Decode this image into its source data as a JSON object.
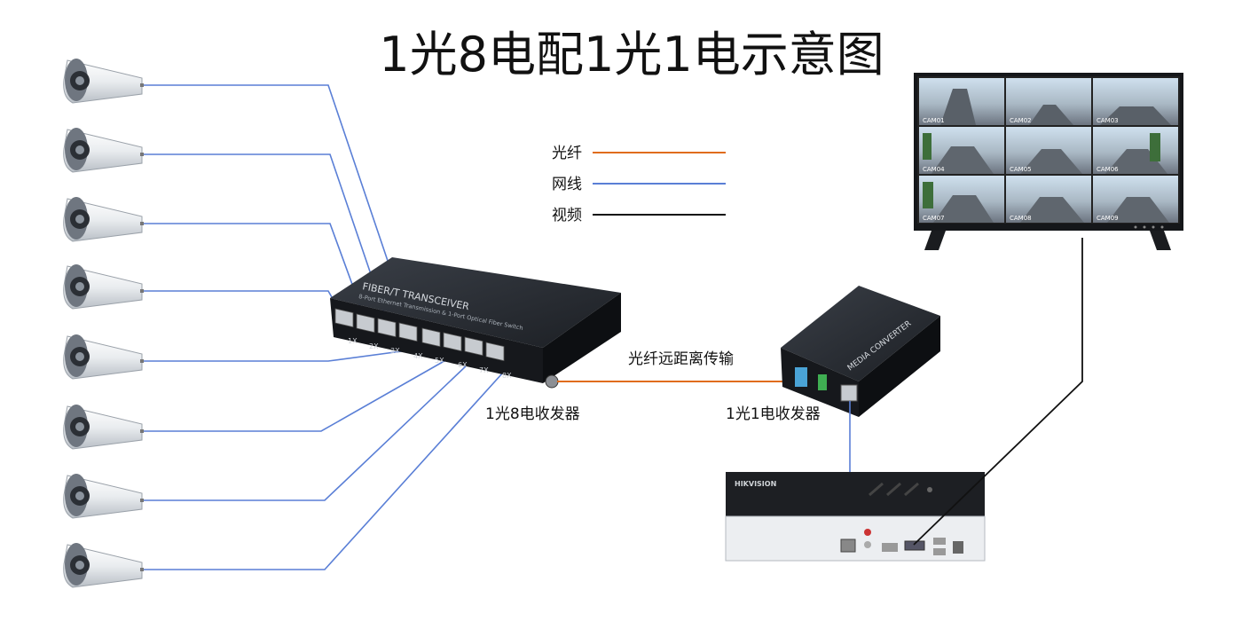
{
  "title": "1光8电配1光1电示意图",
  "legend": {
    "items": [
      {
        "label": "光纤",
        "color": "#E06C1C"
      },
      {
        "label": "网线",
        "color": "#5A7FD6"
      },
      {
        "label": "视频",
        "color": "#111111"
      }
    ]
  },
  "devices": {
    "switch": {
      "label": "1光8电收发器",
      "brand_text": "FIBER/T TRANSCEIVER",
      "sub_text": "8-Port Ethernet Transmission & 1-Port Optical Fiber Switch",
      "ports": [
        "1X",
        "2X",
        "3X",
        "4X",
        "5X",
        "6X",
        "7X",
        "8X"
      ]
    },
    "converter": {
      "label": "1光1电收发器",
      "brand_text": "MEDIA CONVERTER"
    },
    "fiber_link_label": "光纤远距离传输",
    "nvr": {
      "brand_text": "HIKVISION"
    },
    "monitor": {
      "cams": [
        "CAM01",
        "CAM02",
        "CAM03",
        "CAM04",
        "CAM05",
        "CAM06",
        "CAM07",
        "CAM08",
        "CAM09"
      ]
    }
  },
  "cameras": [
    "camera",
    "camera",
    "camera",
    "camera",
    "camera",
    "camera",
    "camera",
    "camera"
  ]
}
